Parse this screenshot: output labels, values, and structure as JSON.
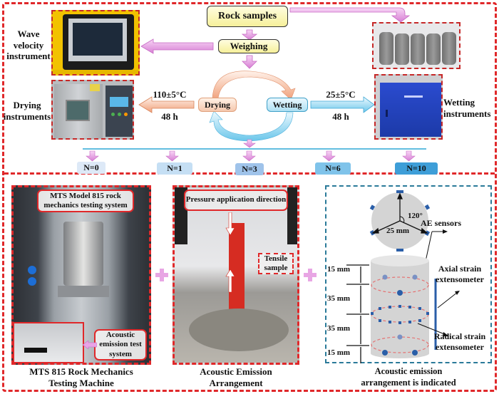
{
  "flow": {
    "rock_samples": "Rock samples",
    "weighing": "Weighing",
    "drying": "Drying",
    "wetting": "Wetting"
  },
  "instruments": {
    "wave_velocity": "Wave velocity instrument",
    "drying_instruments": "Drying instruments",
    "wetting_instruments": "Wetting instruments"
  },
  "conditions": {
    "drying_temp": "110±5°C",
    "drying_time": "48 h",
    "wetting_temp": "25±5°C",
    "wetting_time": "48 h"
  },
  "cycles": [
    {
      "label": "N=0",
      "color": "#dde9f7"
    },
    {
      "label": "N=1",
      "color": "#c5dff4"
    },
    {
      "label": "N=3",
      "color": "#9fc3ea"
    },
    {
      "label": "N=6",
      "color": "#7fc3ea"
    },
    {
      "label": "N=10",
      "color": "#3e9ed8"
    }
  ],
  "panels": {
    "mts": {
      "callout": "MTS Model 815 rock mechanics testing system",
      "ae_callout": "Acoustic emission test system",
      "caption_line1": "MTS 815 Rock Mechanics",
      "caption_line2": "Testing Machine"
    },
    "ae": {
      "callout": "Pressure application direction",
      "tensile": "Tensile sample",
      "caption_line1": "Acoustic Emission",
      "caption_line2": "Arrangement"
    },
    "schematic": {
      "angle": "120°",
      "diameter": "25 mm",
      "ae_sensors": "AE sensors",
      "axial": "Axial strain extensometer",
      "radical": "Radical strain extensometer",
      "dims": [
        "15 mm",
        "35 mm",
        "35 mm",
        "15 mm"
      ],
      "caption_line1": "Acoustic emission",
      "caption_line2": "arrangement is indicated"
    }
  },
  "colors": {
    "frame_red": "#e0282a",
    "frame_blue": "#2a7a99",
    "arrow_pink": "#e9a3e6",
    "drying_orange": "#f0b08c",
    "wetting_blue": "#8fd3ec"
  }
}
